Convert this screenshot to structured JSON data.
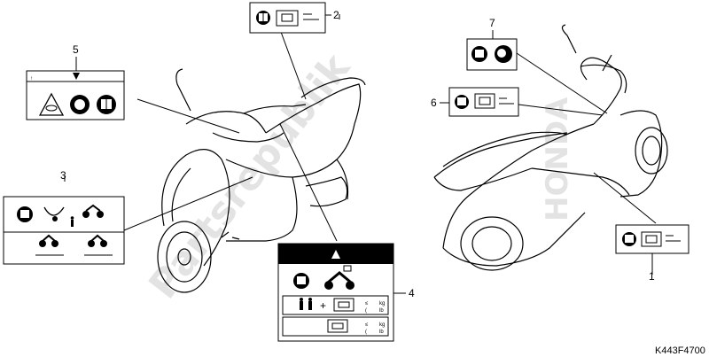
{
  "diagram": {
    "watermark": "Partsrepublik",
    "reference_code": "K443F4700",
    "brand_text": "HONDA",
    "callouts": [
      {
        "id": "1",
        "label": "1"
      },
      {
        "id": "2",
        "label": "2"
      },
      {
        "id": "3",
        "label": "3"
      },
      {
        "id": "4",
        "label": "4"
      },
      {
        "id": "5",
        "label": "5"
      },
      {
        "id": "6",
        "label": "6"
      },
      {
        "id": "7",
        "label": "7"
      }
    ],
    "label4": {
      "unit_kg": "kg",
      "unit_lb": "lb"
    },
    "icons": [
      "manual-book-icon",
      "luggage-icon",
      "warning-triangle-icon",
      "helmet-icon",
      "motorcycle-icon",
      "rider-icon",
      "tire-pressure-icon"
    ]
  }
}
